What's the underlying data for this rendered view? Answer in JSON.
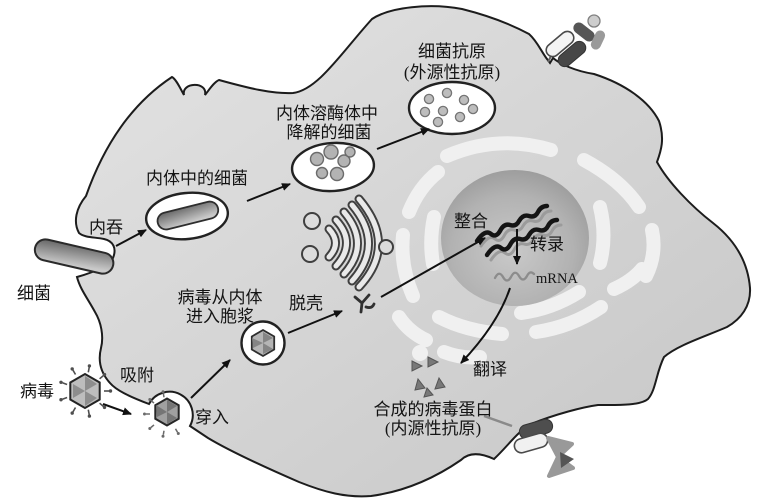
{
  "figure": {
    "type": "cell-antigen-processing-diagram",
    "labels": {
      "bacteria": "细菌",
      "endocytosis": "内吞",
      "bacteria_in_endosome": "内体中的细菌",
      "degraded_bacteria": {
        "line1": "内体溶酶体中",
        "line2": "降解的细菌"
      },
      "bacterial_antigen": {
        "line1": "细菌抗原",
        "line2": "(外源性抗原)"
      },
      "virus": "病毒",
      "adsorption": "吸附",
      "penetration": "穿入",
      "virus_to_cytoplasm": {
        "line1": "病毒从内体",
        "line2": "进入胞浆"
      },
      "uncoating": "脱壳",
      "integration": "整合",
      "transcription": "转录",
      "mrna": "mRNA",
      "translation": "翻译",
      "viral_protein": {
        "line1": "合成的病毒蛋白",
        "line2": "(内源性抗原)"
      }
    },
    "colors": {
      "background": "#ffffff",
      "cell_fill_light": "#e2e2e2",
      "cell_fill_dark": "#c8c8c8",
      "cell_outline": "#1c1c1c",
      "nucleus_center": "#c9c9c9",
      "nucleus_edge": "#8d8d8d",
      "er_arc": "#f0f0f0",
      "vesicle_fill": "#ffffff",
      "vesicle_outline": "#222222",
      "organism_gray": "#9a9a9a",
      "arrow": "#111111",
      "text": "#141414"
    },
    "icons": {
      "bacterium-rod-icon": "gray rounded rod",
      "virus-capsid-icon": "hexagonal capsid with spikes",
      "golgi-icon": "stacked curved cisternae with vesicles",
      "nucleus-icon": "shaded gray sphere",
      "er-arc-icon": "pale concentric arc segments",
      "dna-strand-icon": "dark wavy double strands",
      "mrna-squiggle-icon": "gray wavy line",
      "uncoated-genome-icon": "small dark squiggle",
      "viral-protein-triangle-icon": "small gray triangles",
      "mhc-molecule-icon": "segmented receptor on membrane"
    }
  }
}
